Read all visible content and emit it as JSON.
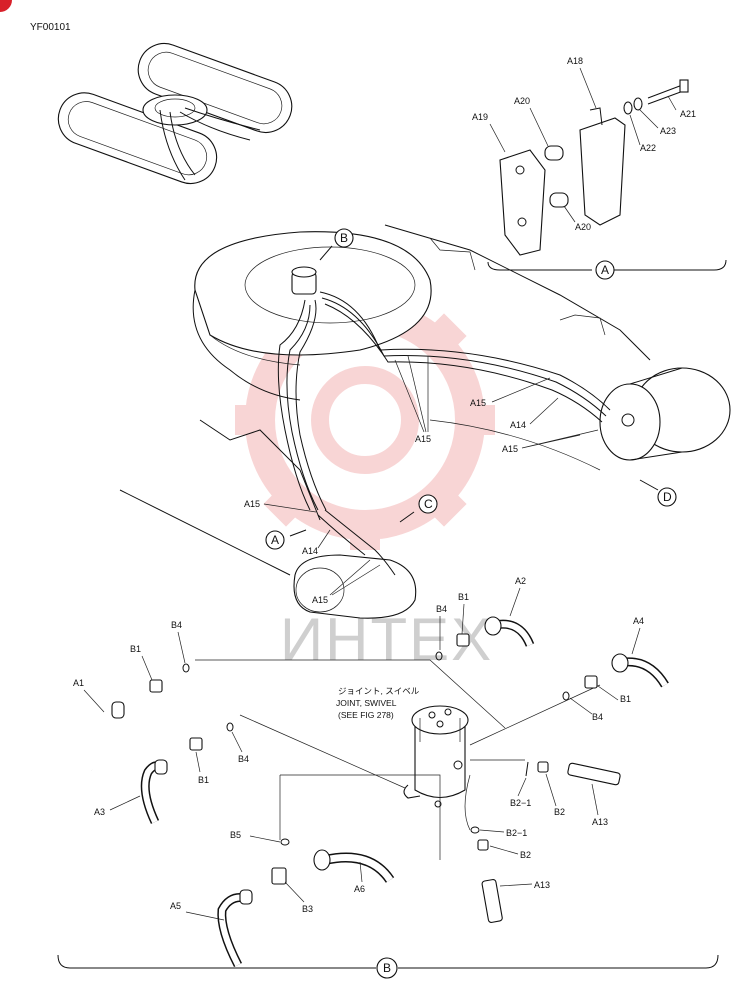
{
  "drawing_code": "YF00101",
  "watermark": {
    "text": "ИНТЕХ",
    "color": "#f3b3b3"
  },
  "sections": {
    "A": "A",
    "B": "B",
    "C": "C",
    "D": "D"
  },
  "note": {
    "line1": "ジョイント, スイベル",
    "line2": "JOINT, SWIVEL",
    "line3": "(SEE FIG 278)"
  },
  "labels": {
    "A18": "A18",
    "A19": "A19",
    "A20": "A20",
    "A21": "A21",
    "A22": "A22",
    "A23": "A23",
    "A15": "A15",
    "A14": "A14",
    "A1": "A1",
    "A2": "A2",
    "A3": "A3",
    "A4": "A4",
    "A5": "A5",
    "A6": "A6",
    "A13": "A13",
    "B1": "B1",
    "B2": "B2",
    "B2_1": "B2−1",
    "B3": "B3",
    "B4": "B4",
    "B5": "B5"
  }
}
